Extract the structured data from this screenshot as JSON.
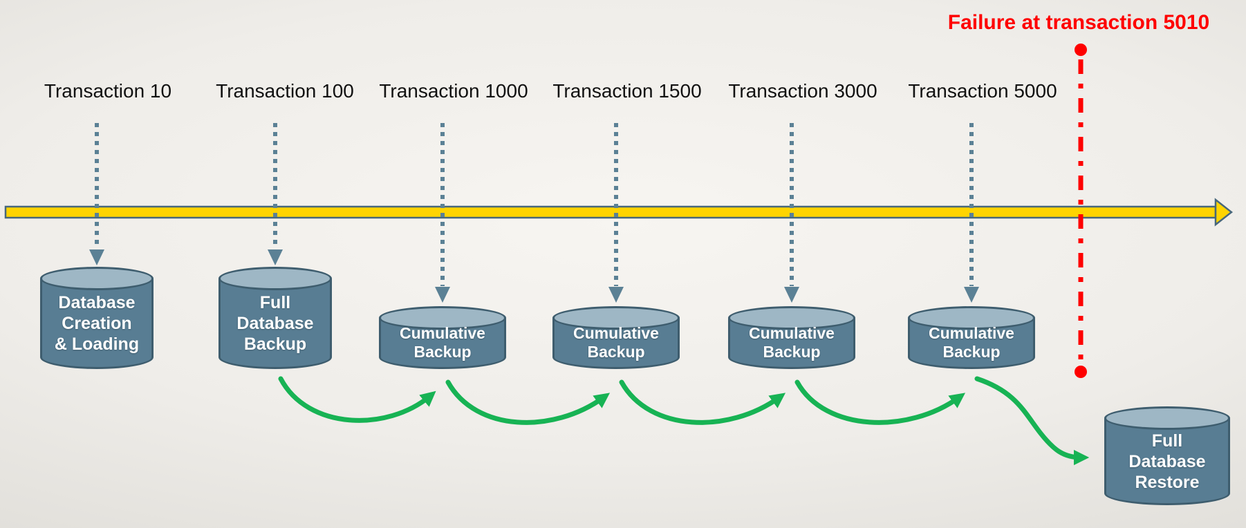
{
  "colors": {
    "canvas-bg-center": "#f7f5f1",
    "canvas-bg-edge": "#d7d5d0",
    "timeline-yellow": "#FFD400",
    "timeline-border": "#47677B",
    "dotted-arrow": "#5B8195",
    "green-arrow": "#17B354",
    "failure-red": "#FE0000",
    "label-text": "#111111",
    "cylinder-body": "#587D93",
    "cylinder-top": "#9EB7C5",
    "cylinder-border": "#3E5D6E",
    "cylinder-text": "#FFFFFF"
  },
  "timeline": {
    "labels": [
      "Transaction 10",
      "Transaction 100",
      "Transaction 1000",
      "Transaction 1500",
      "Transaction 3000",
      "Transaction 5000"
    ]
  },
  "failure": {
    "label": "Failure at transaction 5010"
  },
  "cylinders": [
    {
      "lines": [
        "Database",
        "Creation",
        "& Loading"
      ]
    },
    {
      "lines": [
        "Full",
        "Database",
        "Backup"
      ]
    },
    {
      "lines": [
        "Cumulative",
        "Backup"
      ]
    },
    {
      "lines": [
        "Cumulative",
        "Backup"
      ]
    },
    {
      "lines": [
        "Cumulative",
        "Backup"
      ]
    },
    {
      "lines": [
        "Cumulative",
        "Backup"
      ]
    },
    {
      "lines": [
        "Full",
        "Database",
        "Restore"
      ]
    }
  ]
}
